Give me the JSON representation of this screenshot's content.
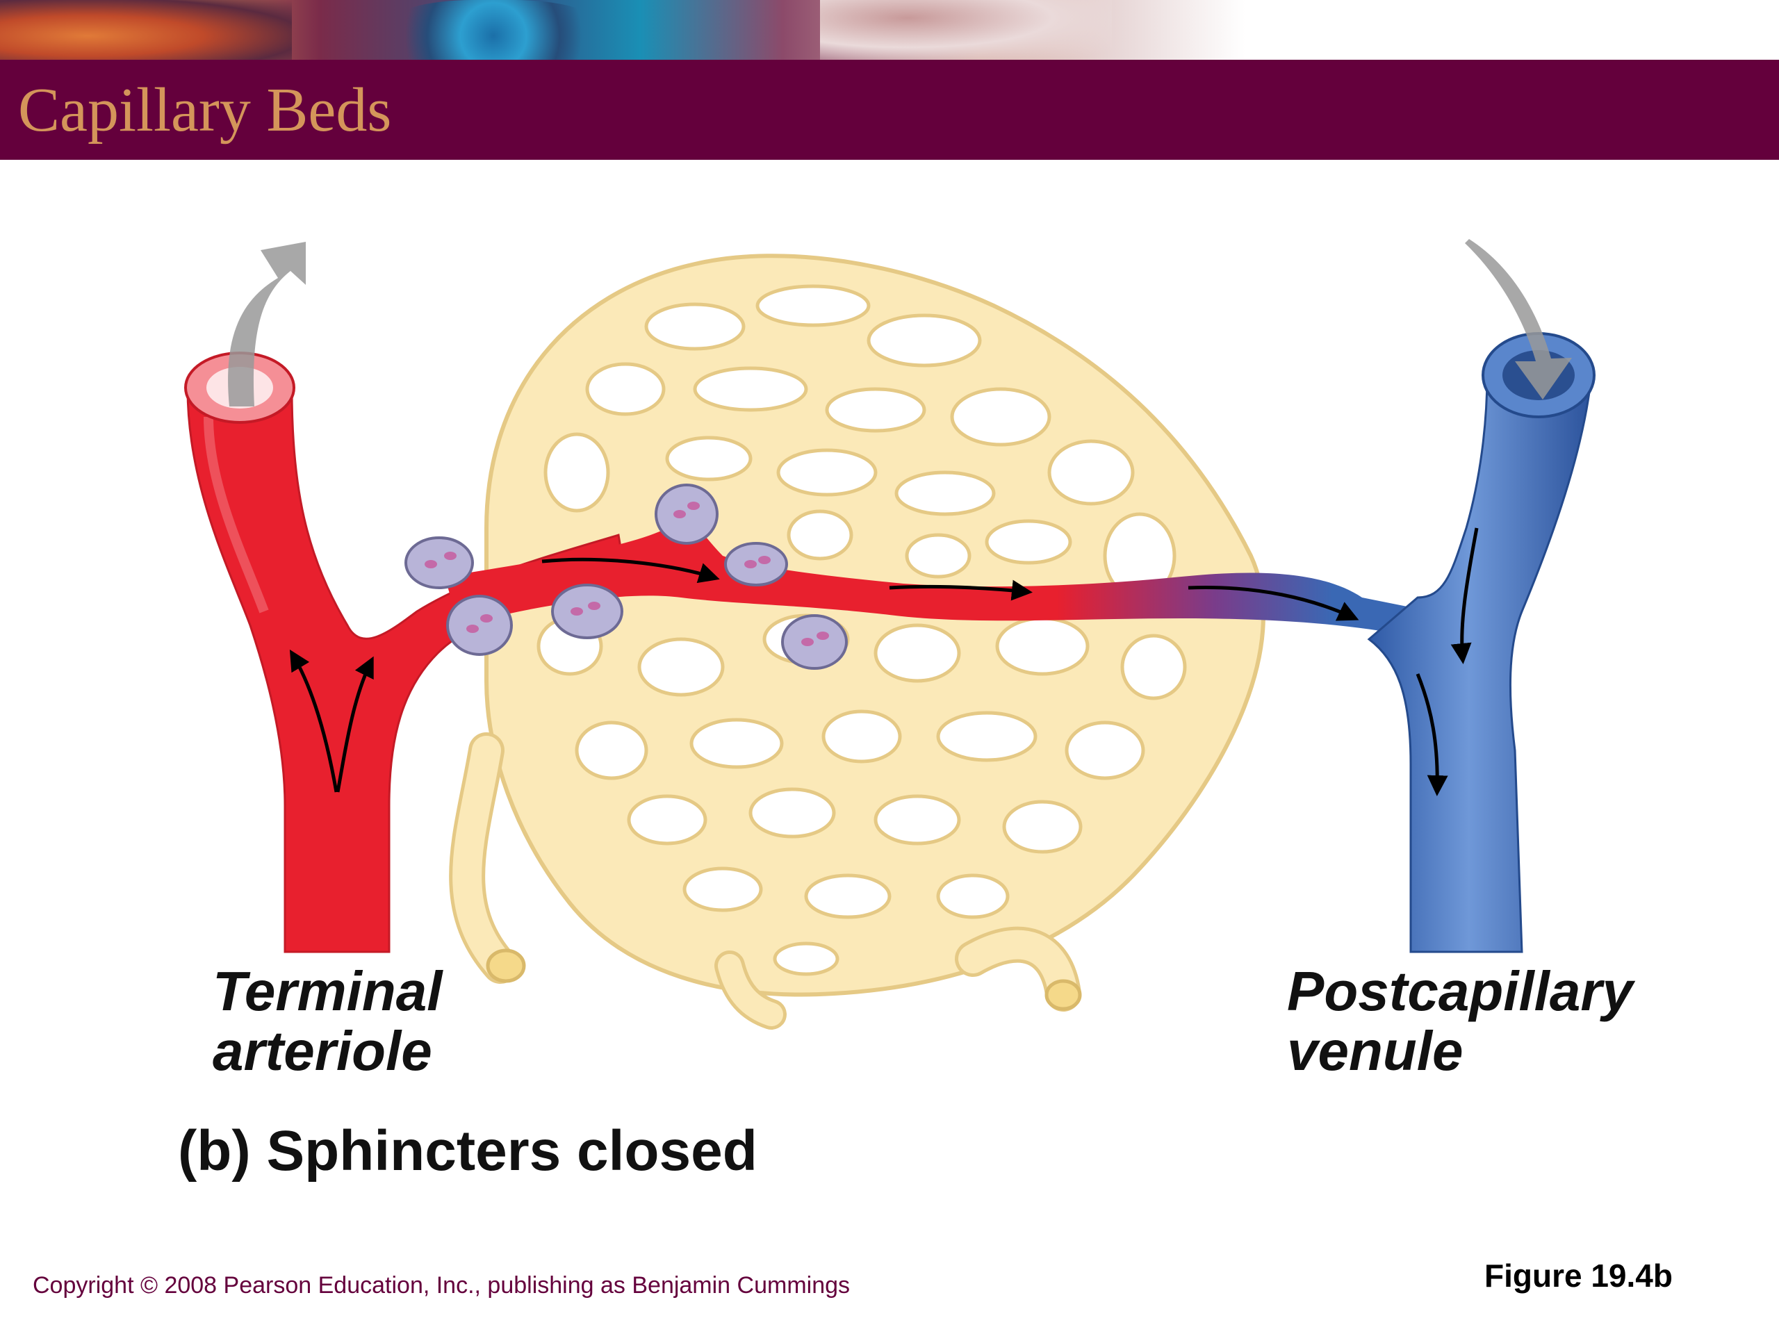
{
  "slide": {
    "title": "Capillary Beds",
    "copyright": "Copyright © 2008 Pearson Education, Inc., publishing as Benjamin Cummings",
    "figure_ref": "Figure 19.4b"
  },
  "diagram": {
    "labels": {
      "arteriole_line1": "Terminal",
      "arteriole_line2": "arteriole",
      "venule_line1": "Postcapillary",
      "venule_line2": "venule",
      "caption": "(b) Sphincters closed"
    },
    "colors": {
      "arteriole": "#e8202e",
      "venule": "#3a68b4",
      "capillary": "#fbe9b8",
      "capillary_outline": "#e5c985",
      "sphincter": "#b8b4d8",
      "title_bar": "#64003c",
      "title_text": "#d4955a"
    }
  }
}
